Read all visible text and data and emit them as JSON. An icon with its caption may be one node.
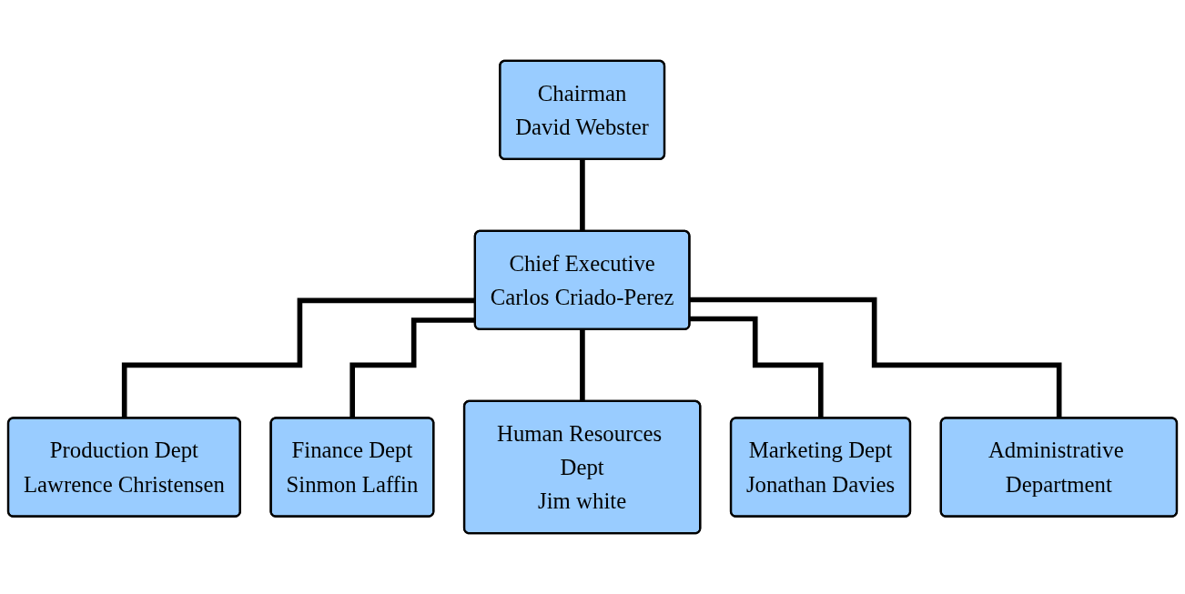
{
  "diagram": {
    "nodes": [
      {
        "text": [
          "Chairman",
          "David Webster"
        ]
      },
      {
        "text": [
          "Chief Executive",
          "Carlos Criado-Perez"
        ]
      },
      {
        "text": [
          "Production Dept",
          "Lawrence Christensen"
        ]
      },
      {
        "text": [
          "Finance Dept",
          "Sinmon Laffin"
        ]
      },
      {
        "text": [
          "Human Resources Dept",
          "Jim white"
        ]
      },
      {
        "text": [
          "Marketing Dept",
          "Jonathan Davies"
        ]
      },
      {
        "text": [
          "Administrative Department"
        ]
      }
    ],
    "edges": [
      {
        "from": 0,
        "to": 1,
        "arrow": "none"
      },
      {
        "from": 1,
        "to": 2,
        "arrow": "none"
      },
      {
        "from": 1,
        "to": 3,
        "arrow": "none"
      },
      {
        "from": 1,
        "to": 4,
        "arrow": "none"
      },
      {
        "from": 1,
        "to": 5,
        "arrow": "none"
      },
      {
        "from": 1,
        "to": 6,
        "arrow": "none"
      }
    ]
  }
}
